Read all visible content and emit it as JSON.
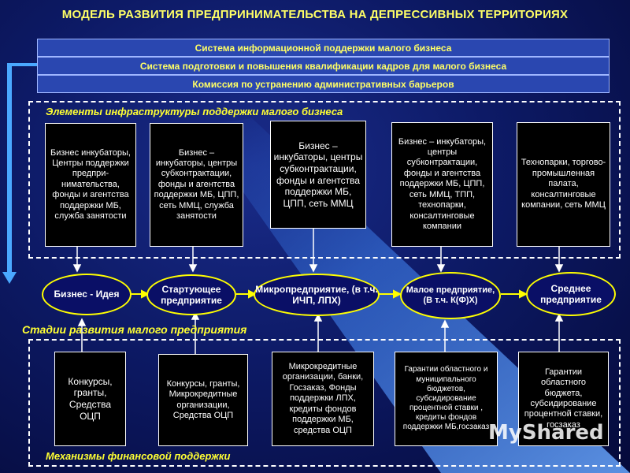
{
  "title": "МОДЕЛЬ  РАЗВИТИЯ ПРЕДПРИНИМАТЕЛЬСТВА НА ДЕПРЕССИВНЫХ ТЕРРИТОРИЯХ",
  "systems": [
    "Система информационной поддержки малого  бизнеса",
    "Система подготовки и повышения квалификации кадров для малого бизнеса",
    "Комиссия по устранению административных барьеров"
  ],
  "infrastructure_label": "Элементы инфраструктуры поддержки малого бизнеса",
  "infrastructure": [
    "Бизнес инкубаторы, Центры поддержки предпри-нимательства, фонды и агентства поддержки МБ, служба занятости",
    "Бизнес – инкубаторы, центры субконтрактации, фонды и агентства поддержки МБ, ЦПП, сеть ММЦ, служба занятости",
    "Бизнес – инкубаторы, центры субконтрактации, фонды и агентства поддержки МБ, ЦПП, сеть ММЦ",
    "Бизнес – инкубаторы, центры субконтрактации, фонды и агентства поддержки МБ, ЦПП, сеть ММЦ, ТПП, технопарки, консалтинговые компании",
    "Технопарки, торгово-промышленная палата, консалтинговые компании, сеть ММЦ"
  ],
  "stages": [
    "Бизнес - Идея",
    "Стартующее предприятие",
    "Микропредприятие, (в т.ч. ИЧП, ЛПХ)",
    "Малое предприятие, (В т.ч. К(Ф)Х)",
    "Среднее предприятие"
  ],
  "stages_label": "Стадии развития малого предприятия",
  "finance": [
    "Конкурсы, гранты, Средства ОЦП",
    "Конкурсы, гранты, Микрокредитные организации, Средства ОЦП",
    "Микрокредитные организации, банки, Госзаказ, Фонды поддержки ЛПХ, кредиты фондов поддержки МБ, средства ОЦП",
    "Гарантии областного и муниципального бюджетов, субсидирование процентной ставки , кредиты фондов поддержки МБ,госзаказ",
    "Гарантии областного бюджета, субсидирование процентной ставки, госзаказ"
  ],
  "finance_label": "Механизмы финансовой поддержки",
  "watermark": "MyShared",
  "colors": {
    "accent": "#ffff66",
    "frame": "#ffffff",
    "oval_border": "#ffff00"
  }
}
